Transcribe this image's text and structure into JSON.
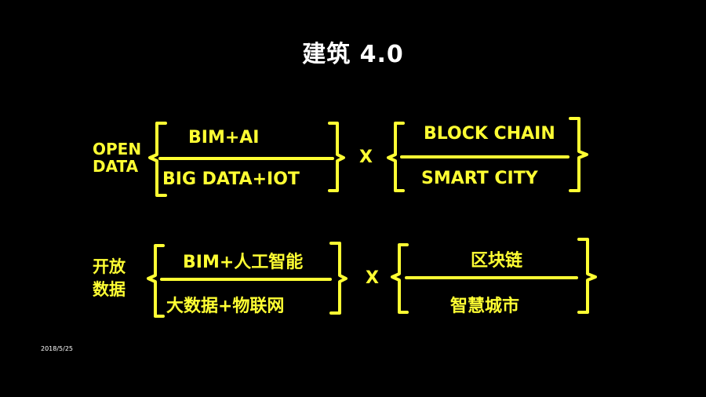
{
  "slide": {
    "title": "建筑 4.0",
    "date": "2018/5/25",
    "accent_color": "#ffff33",
    "text_color": "#ffffff",
    "background": "#000000",
    "row_english": {
      "side_label_line1": "OPEN",
      "side_label_line2": "DATA",
      "left_top": "BIM+AI",
      "left_bottom": "BIG DATA+IOT",
      "operator": "X",
      "right_top": "BLOCK CHAIN",
      "right_bottom": "SMART CITY"
    },
    "row_chinese": {
      "side_label_line1": "开放",
      "side_label_line2": "数据",
      "left_top": "BIM+人工智能",
      "left_bottom": "大数据+物联网",
      "operator": "X",
      "right_top": "区块链",
      "right_bottom": "智慧城市"
    }
  }
}
